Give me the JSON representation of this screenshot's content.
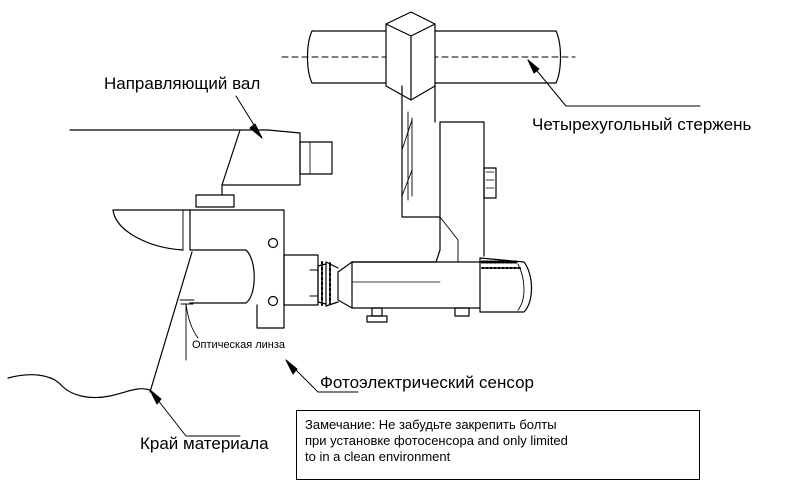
{
  "labels": {
    "guide_shaft": "Направляющий вал",
    "square_rod": "Четырехугольный стержень",
    "optical_lens": "Оптическая линза",
    "photo_sensor": "Фотоэлектрический сенсор",
    "material_edge": "Край материала"
  },
  "note": {
    "lines": [
      "Замечание: Не забудьте закрепить болты",
      "при установке фотосенсора and only limited",
      "to in a clean environment"
    ]
  },
  "colors": {
    "line": "#000000",
    "background": "#ffffff"
  }
}
